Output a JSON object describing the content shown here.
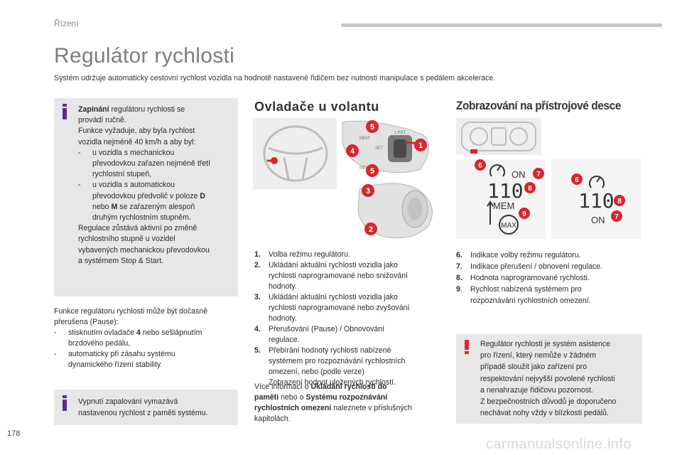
{
  "header": {
    "section": "Řízení"
  },
  "title": "Regulátor rychlosti",
  "intro": "Systém udržuje automaticky cestovní rychlost vozidla na hodnotě nastavené řidičem bez nutnosti manipulace s pedálem akcelerace.",
  "info_box_1": {
    "lead_bold": "Zapínání",
    "lead_rest": " regulátoru rychlosti se",
    "line2": "provádí ručně.",
    "line3": "Funkce vyžaduje, aby byla rychlost",
    "line4": "vozidla nejméně 40 km/h a aby byl:",
    "dash": "-",
    "manual_1": "u vozidla s mechanickou",
    "manual_2": "převodovkou zařazen nejméně třetí",
    "manual_3": "rychlostní stupeň,",
    "auto_1": "u vozidla s automatickou",
    "auto_2a": "převodovkou předvolič v poloze ",
    "auto_2b": "D",
    "auto_3a": "nebo ",
    "auto_3b": "M",
    "auto_3c": " se zařazeným alespoň",
    "auto_4": "druhým rychlostním stupněm.",
    "after_1": "Regulace zůstává aktivní po změně",
    "after_2": "rychlostního stupně u vozidel",
    "after_3": "vybavených mechanickou převodovkou",
    "after_4": "a systémem Stop & Start."
  },
  "pause_text": {
    "line1": "Funkce regulátoru rychlosti může být dočasně",
    "line2": "přerušena (Pause):",
    "dash": "-",
    "item1_a": "stisknutím ovladače ",
    "item1_b": "4",
    "item1_c": " nebo sešlápnutím",
    "item1_d": "brzdového pedálu,",
    "item2_a": "automaticky při zásahu systému",
    "item2_b": "dynamického řízení stability."
  },
  "info_box_2": {
    "line1": "Vypnutí zapalování vymazává",
    "line2": "nastavenou rychlost z paměti systému."
  },
  "controls": {
    "heading": "Ovladače u volantu",
    "items": [
      {
        "n": "1.",
        "lines": [
          "Volba režimu regulátoru."
        ]
      },
      {
        "n": "2.",
        "lines": [
          "Ukládání aktuální rychlosti vozidla jako",
          "rychlosti naprogramované nebo snižování",
          "hodnoty."
        ]
      },
      {
        "n": "3.",
        "lines": [
          "Ukládání aktuální rychlosti vozidla jako",
          "rychlosti naprogramované nebo zvyšování",
          "hodnoty."
        ]
      },
      {
        "n": "4.",
        "lines": [
          "Přerušování (Pause) / Obnovování",
          "regulace."
        ]
      },
      {
        "n": "5.",
        "lines": [
          "Přebírání hodnoty rychlosti nabízené",
          "systémem pro rozpoznávání rychlostních",
          "omezení, nebo (podle verze)",
          "Zobrazení hodnot uložených rychlostí."
        ]
      }
    ],
    "more_1a": "Více informací o ",
    "more_1b": "Ukládání rychlostí do",
    "more_2a": "paměti",
    "more_2b": " nebo o ",
    "more_2c": "Systému rozpoznávání",
    "more_3a": "rychlostních omezení",
    "more_3b": " naleznete v příslušných",
    "more_4": "kapitolách.",
    "callouts": [
      "1",
      "2",
      "3",
      "4",
      "5",
      "5"
    ],
    "lever_labels": [
      "MEM",
      "SET",
      "LIMIT",
      "MEM"
    ]
  },
  "display": {
    "heading": "Zobrazování na přístrojové desce",
    "items": [
      {
        "n": "6.",
        "lines": [
          "Indikace volby režimu regulátoru."
        ]
      },
      {
        "n": "7.",
        "lines": [
          "Indikace přerušení / obnovení regulace."
        ]
      },
      {
        "n": "8.",
        "lines": [
          "Hodnota naprogramované rychlosti."
        ]
      },
      {
        "n": "9",
        "dot": ".",
        "lines": [
          "Rychlost nabízená systémem pro",
          "rozpoznávání rychlostních omezení."
        ]
      }
    ],
    "screen_left": {
      "on": "ON",
      "speed": "110",
      "mem": "MEM",
      "max": "MAX"
    },
    "screen_right": {
      "speed": "110",
      "on": "ON"
    },
    "callouts": [
      "6",
      "7",
      "8",
      "9",
      "6",
      "8",
      "7"
    ]
  },
  "warning": {
    "lines": [
      "Regulátor rychlosti je systém asistence",
      "pro řízení, který nemůže v žádném",
      "případě sloužit jako zařízení pro",
      "respektování nejvyšší povolené rychlosti",
      "a nenahrazuje řidičovu pozornost.",
      "Z bezpečnostních důvodů je doporučeno",
      "nechávat nohy vždy v blízkosti pedálů."
    ]
  },
  "page_number": "178",
  "watermark": "carmanualsonline.info",
  "colors": {
    "accent_purple": "#5a2d8c",
    "warning_red": "#e3242b",
    "callout_red": "#d7262c",
    "box_gray": "#e7e7e7"
  }
}
